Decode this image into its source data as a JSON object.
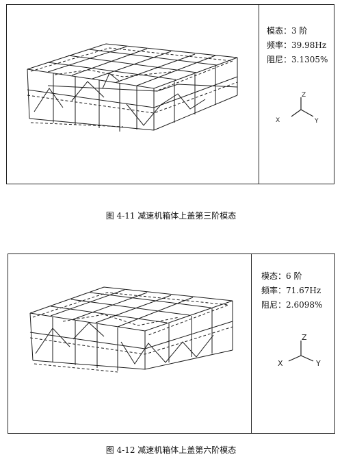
{
  "figures": [
    {
      "info": {
        "mode_label": "模态：",
        "mode_value": "3 阶",
        "freq_label": "频率：",
        "freq_value": "39.98Hz",
        "damp_label": "阻尼：",
        "damp_value": "3.1305%"
      },
      "axes": {
        "x": "X",
        "y": "Y",
        "z": "Z"
      },
      "caption": "图 4-11  减速机箱体上盖第三阶模态"
    },
    {
      "info": {
        "mode_label": "模态：",
        "mode_value": "6 阶",
        "freq_label": "频率：",
        "freq_value": "71.67Hz",
        "damp_label": "阻尼：",
        "damp_value": "2.6098%"
      },
      "axes": {
        "x": "X",
        "y": "Y",
        "z": "Z"
      },
      "caption": "图 4-12  减速机箱体上盖第六阶模态"
    }
  ]
}
